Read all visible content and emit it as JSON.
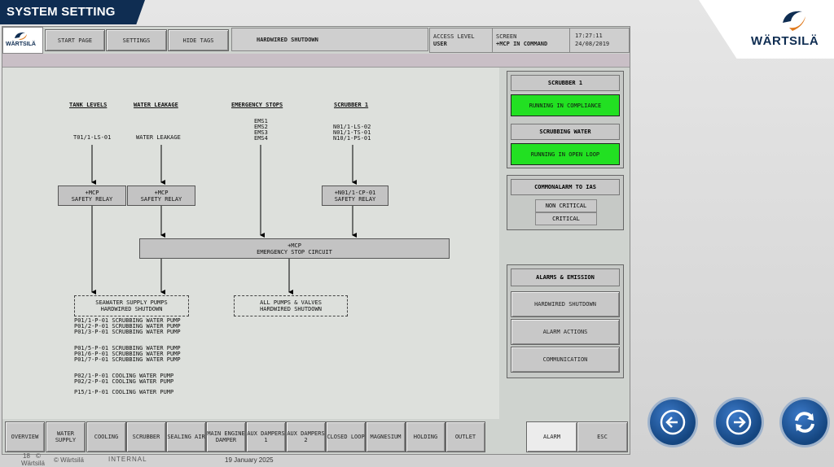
{
  "slide": {
    "title": "SYSTEM SETTING",
    "logo_text": "WÄRTSILÄ",
    "footer": {
      "page": "18",
      "copyright_mark": "©",
      "company": "Wärtsilä",
      "copyright": "© Wärtsilä",
      "classification": "INTERNAL",
      "date": "19 January 2025"
    }
  },
  "hmi": {
    "logo_text": "WÄRTSILÄ",
    "top_buttons": [
      "START PAGE",
      "SETTINGS",
      "HIDE TAGS"
    ],
    "screen_title": "HARDWIRED SHUTDOWN",
    "access_level": {
      "label": "ACCESS LEVEL",
      "value": "USER"
    },
    "screen": {
      "label": "SCREEN",
      "value": "+MCP IN COMMAND"
    },
    "time": "17:27:11",
    "date": "24/08/2019"
  },
  "diagram": {
    "headers": {
      "tank": "TANK LEVELS",
      "water": "WATER LEAKAGE",
      "emergency": "EMERGENCY STOPS",
      "scrubber": "SCRUBBER 1"
    },
    "tank_tag": "T01/1-LS-01",
    "water_tag": "WATER LEAKAGE",
    "ems": [
      "EMS1",
      "EMS2",
      "EMS3",
      "EMS4"
    ],
    "scrubber_tags": [
      "N01/1-LS-02",
      "N01/1-TS-01",
      "N10/1-PS-01"
    ],
    "relay1": "+MCP\nSAFETY RELAY",
    "relay2": "+MCP\nSAFETY RELAY",
    "relay3": "+N01/1-CP-01\nSAFETY RELAY",
    "circuit": "+MCP\nEMERGENCY STOP CIRCUIT",
    "seawater": "SEAWATER SUPPLY PUMPS\nHARDWIRED SHUTDOWN",
    "allpumps": "ALL PUMPS & VALVES\nHARDWIRED SHUTDOWN",
    "pump_groups": [
      [
        "P01/1-P-01 SCRUBBING WATER PUMP",
        "P01/2-P-01 SCRUBBING WATER PUMP",
        "P01/3-P-01 SCRUBBING WATER PUMP"
      ],
      [
        "P01/5-P-01 SCRUBBING WATER PUMP",
        "P01/6-P-01 SCRUBBING WATER PUMP",
        "P01/7-P-01 SCRUBBING WATER PUMP"
      ],
      [
        "P02/1-P-01 COOLING WATER PUMP",
        "P02/2-P-01 COOLING WATER PUMP"
      ],
      [
        "P15/1-P-01 COOLING WATER PUMP"
      ]
    ]
  },
  "side": {
    "scrubber_title": "SCRUBBER 1",
    "compliance_status": "RUNNING IN COMPLIANCE",
    "scrubbing_water_title": "SCRUBBING WATER",
    "loop_status": "RUNNING IN OPEN LOOP",
    "common_alarm_title": "COMMONALARM TO IAS",
    "non_critical": "NON CRITICAL",
    "critical": "CRITICAL",
    "alarms_title": "ALARMS & EMISSION",
    "alarm_buttons": [
      "HARDWIRED SHUTDOWN",
      "ALARM ACTIONS",
      "COMMUNICATION"
    ]
  },
  "bottom_nav": [
    "OVERVIEW",
    "WATER SUPPLY",
    "COOLING",
    "SCRUBBER",
    "SEALING AIR",
    "MAIN ENGINE DAMPER",
    "AUX DAMPERS 1",
    "AUX DAMPERS 2",
    "CLOSED LOOP",
    "MAGNESIUM",
    "HOLDING",
    "OUTLET"
  ],
  "bottom_right": [
    "ALARM",
    "ESC"
  ],
  "colors": {
    "status_green": "#22e022",
    "nav_circle": "#1a4f8f",
    "title_bar": "#0f2d52"
  },
  "icons": {
    "prev": "arrow-left-icon",
    "next": "arrow-right-icon",
    "refresh": "refresh-icon"
  }
}
